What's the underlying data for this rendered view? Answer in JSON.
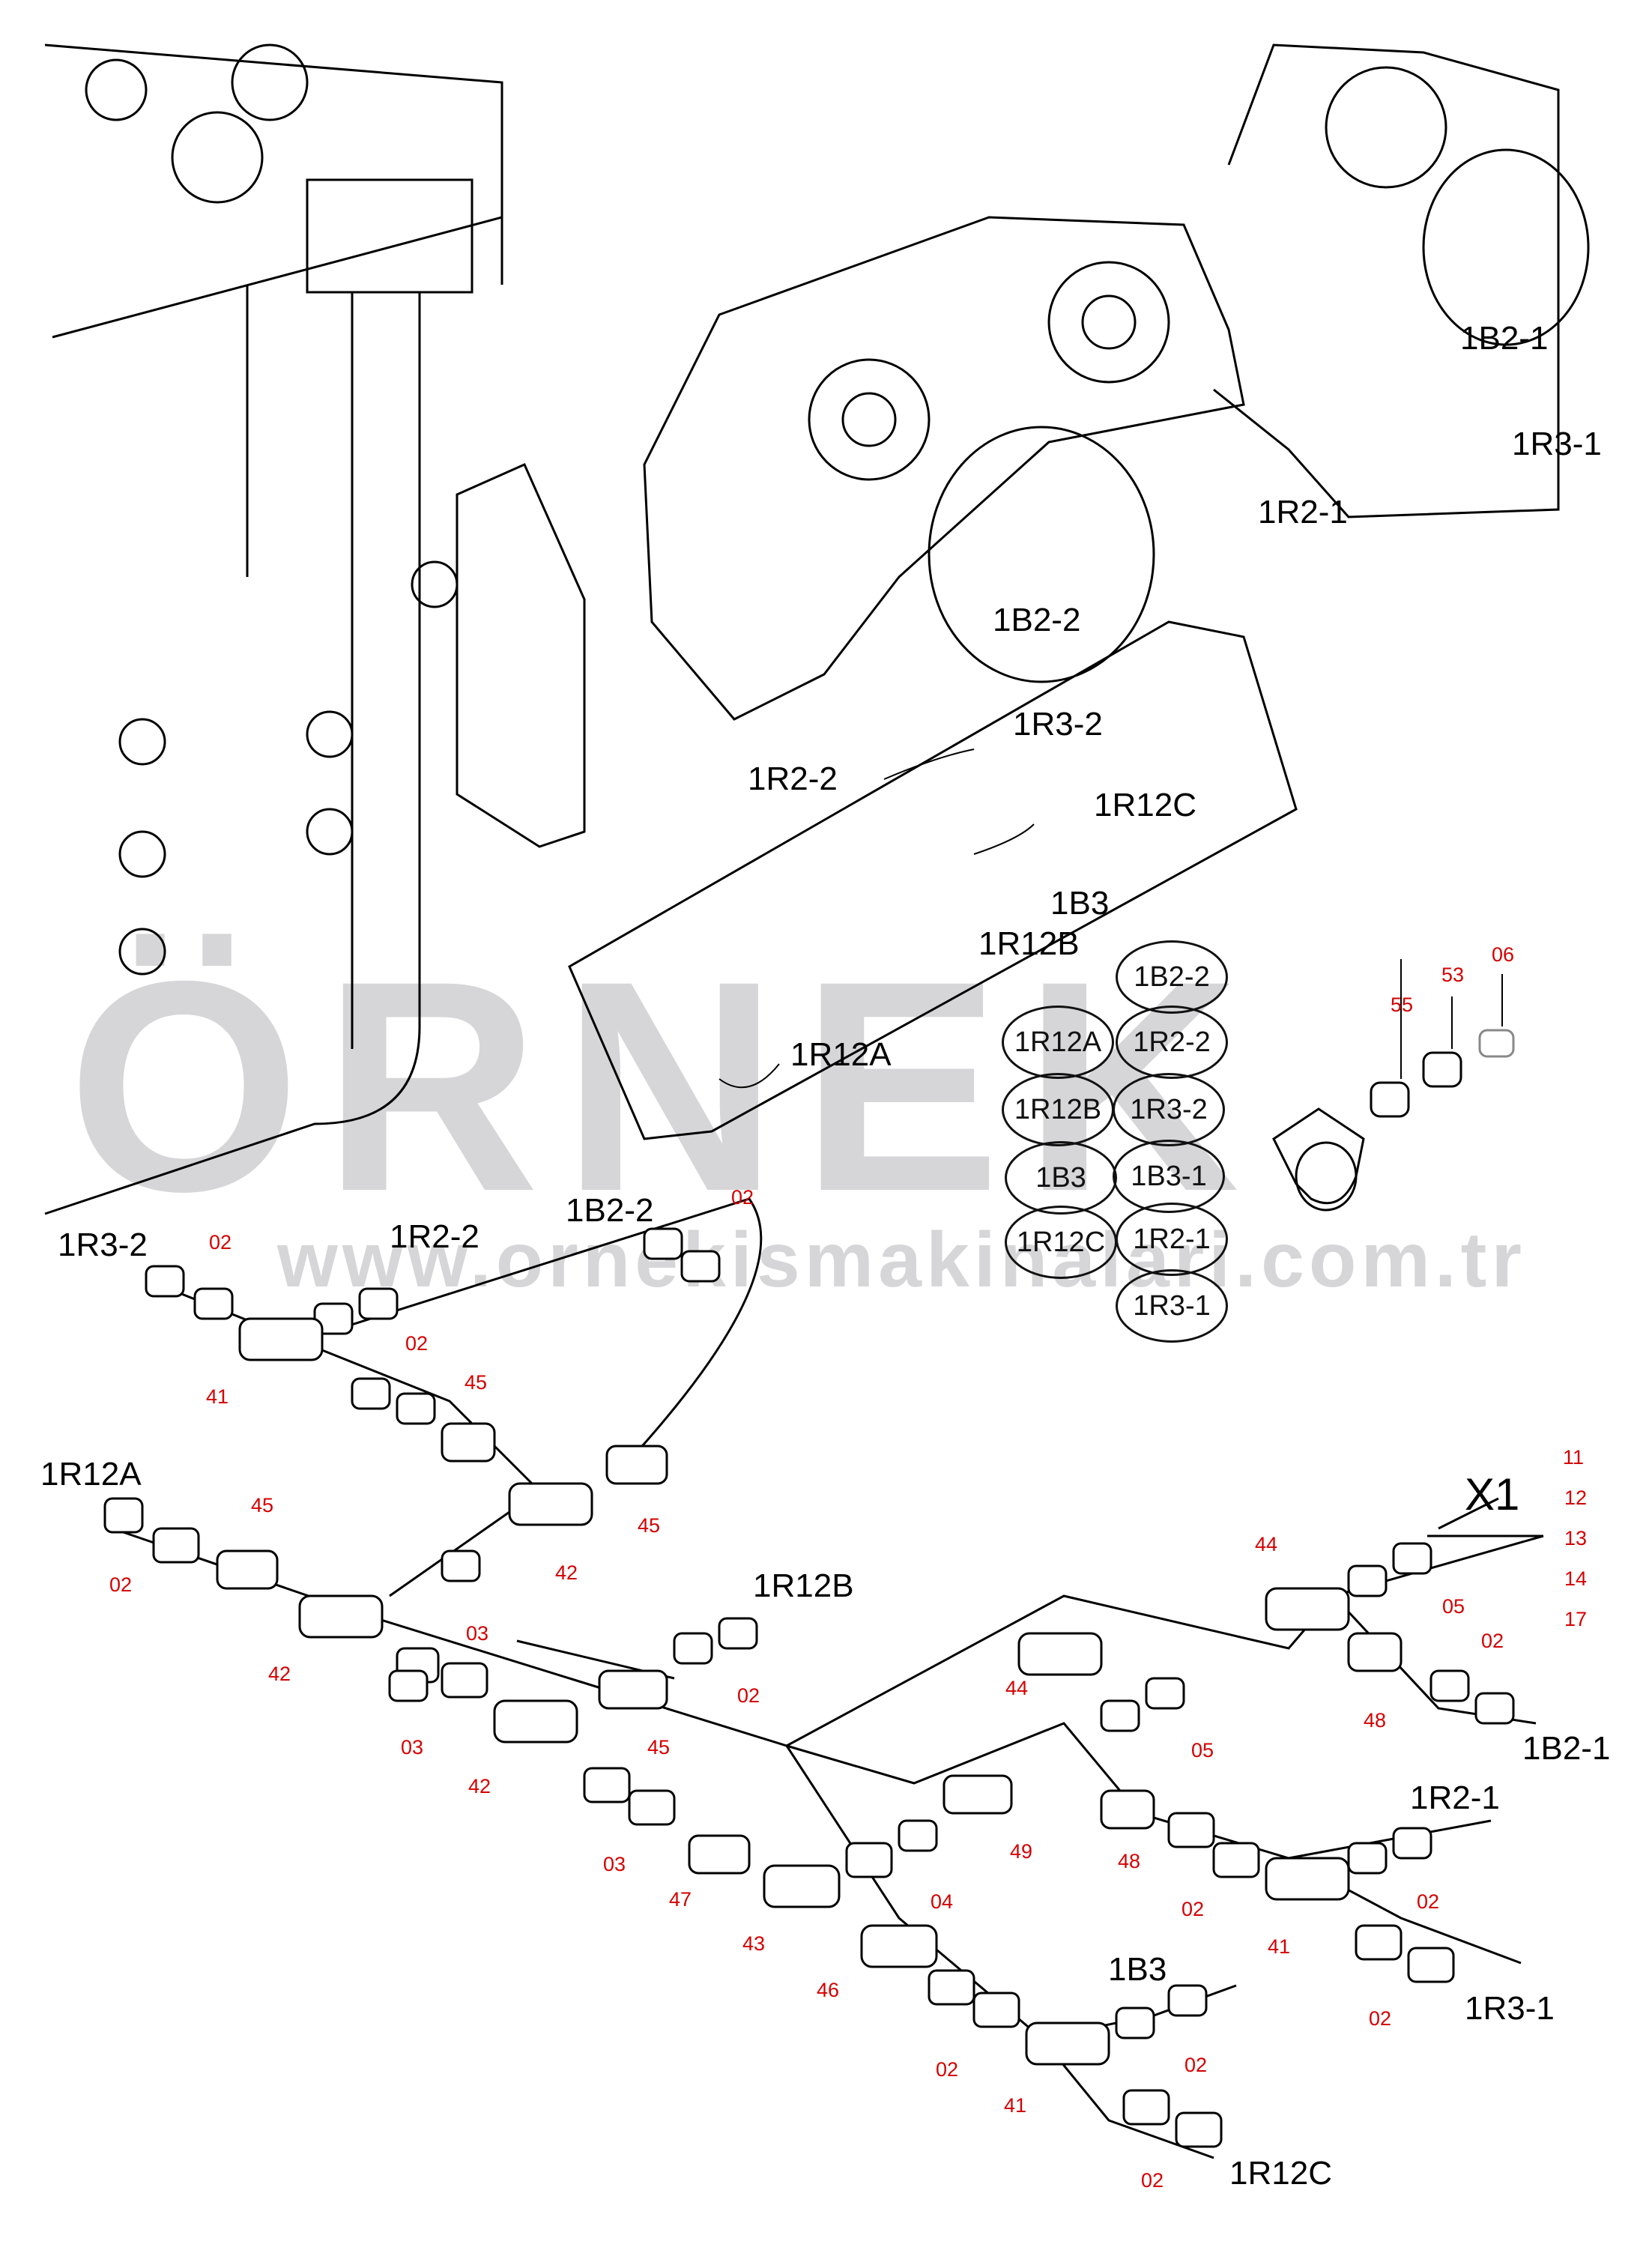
{
  "watermark": {
    "brand": "ÖRNEK",
    "url": "www.ornekismakinalari.com.tr"
  },
  "upper_labels": [
    "1B2-1",
    "1R3-1",
    "1R2-1",
    "1B2-2",
    "1R3-2",
    "1R2-2",
    "1R12C",
    "1B3",
    "1R12B",
    "1R12A"
  ],
  "legend_ellipses": [
    "1B2-2",
    "1R12A",
    "1R2-2",
    "1R12B",
    "1R3-2",
    "1B3",
    "1B3-1",
    "1R12C",
    "1R2-1",
    "1R3-1"
  ],
  "lower_labels": [
    "1R3-2",
    "1R2-2",
    "1B2-2",
    "1R12A",
    "1R12B",
    "X1",
    "1B2-1",
    "1R2-1",
    "1B3",
    "1R3-1",
    "1R12C"
  ],
  "detail_part_numbers": [
    "55",
    "53",
    "06"
  ],
  "connector_pins": [
    "11",
    "12",
    "13",
    "14",
    "17"
  ],
  "part_numbers": [
    "02",
    "02",
    "02",
    "41",
    "45",
    "45",
    "42",
    "45",
    "02",
    "03",
    "42",
    "02",
    "03",
    "45",
    "42",
    "03",
    "47",
    "43",
    "46",
    "02",
    "41",
    "02",
    "02",
    "04",
    "49",
    "48",
    "02",
    "44",
    "05",
    "44",
    "05",
    "02",
    "48",
    "02",
    "41",
    "02"
  ],
  "colors": {
    "part_number": "#d40000",
    "watermark": "#d6d6d8",
    "line": "#000000"
  }
}
